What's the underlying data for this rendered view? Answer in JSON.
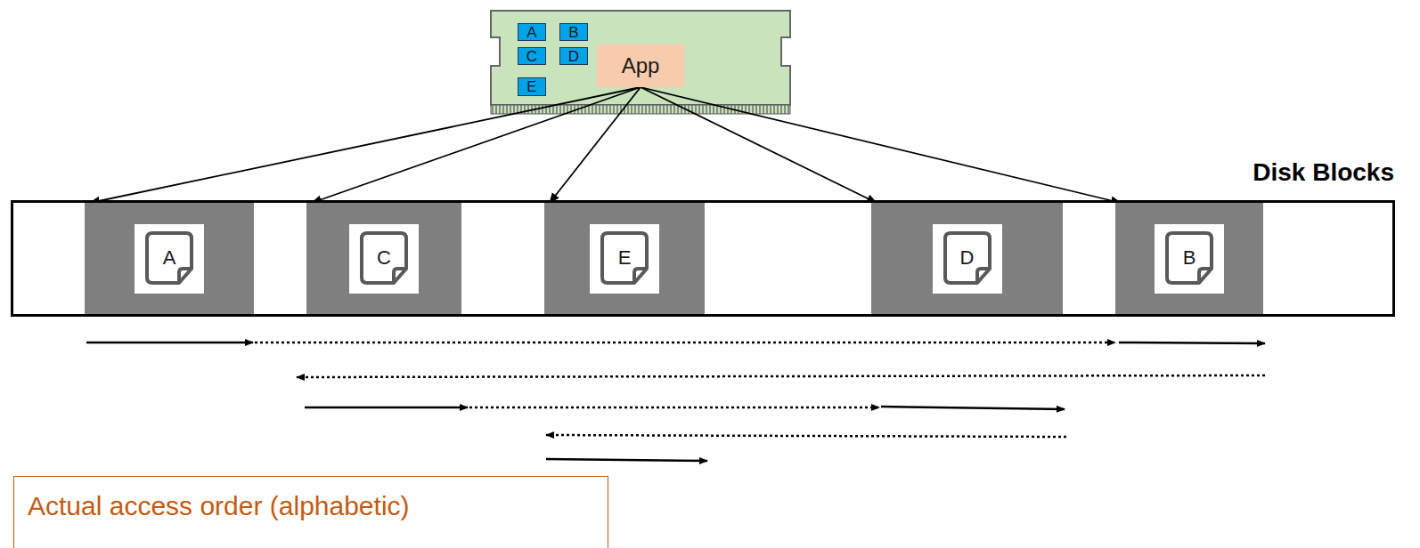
{
  "diagram": {
    "nodes": [
      {
        "text": [
          "A"
        ]
      },
      {
        "text": [
          "B"
        ]
      },
      {
        "text": [
          "C"
        ]
      },
      {
        "text": [
          "D"
        ]
      },
      {
        "text": [
          "E"
        ]
      },
      {
        "text": [
          "App"
        ]
      },
      {
        "text": [
          "Disk Blocks"
        ]
      },
      {
        "text": [
          "A"
        ],
        "in": 6
      },
      {
        "text": [
          "C"
        ],
        "in": 6
      },
      {
        "text": [
          "E"
        ],
        "in": 6
      },
      {
        "text": [
          "D"
        ],
        "in": 6
      },
      {
        "text": [
          "B"
        ],
        "in": 6
      },
      {
        "text": [
          "Actual access order (alphabetic)"
        ]
      }
    ],
    "edges": [
      {
        "from": 5,
        "to": 7,
        "arrow": "to"
      },
      {
        "from": 5,
        "to": 8,
        "arrow": "to"
      },
      {
        "from": 5,
        "to": 9,
        "arrow": "to"
      },
      {
        "from": 5,
        "to": 10,
        "arrow": "to"
      },
      {
        "from": 5,
        "to": 11,
        "arrow": "to"
      }
    ]
  }
}
